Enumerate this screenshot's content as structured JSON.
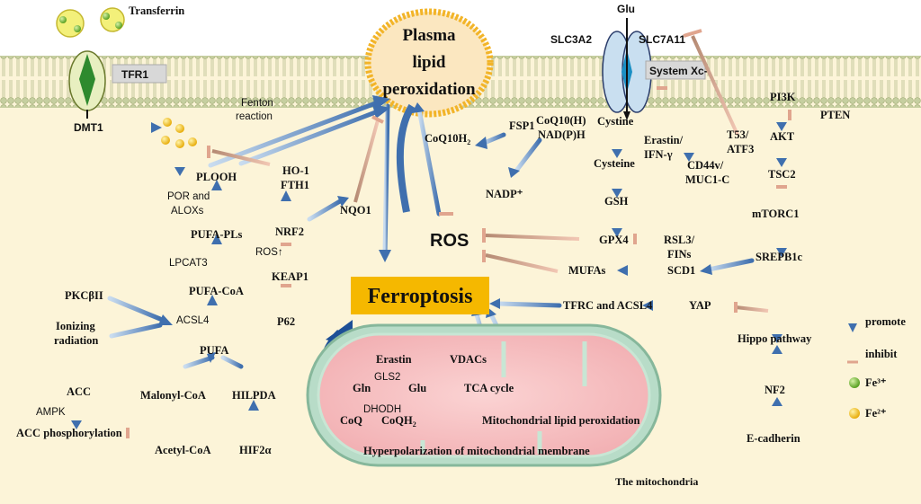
{
  "membrane": {
    "transferrin": "Transferrin",
    "tfr1": "TFR1",
    "plasma_lipid_peroxidation": [
      "Plasma",
      "lipid",
      "peroxidation"
    ],
    "glu_top": "Glu",
    "slc3a2": "SLC3A2",
    "slc7a11": "SLC7A11",
    "system_xc": "System Xc-"
  },
  "iron_pathway": {
    "dmt1": "DMT1",
    "fenton": [
      "Fenton",
      "reaction"
    ],
    "plooh": "PLOOH",
    "por_aloxs": [
      "POR and",
      "ALOXs"
    ],
    "pufa_pls": "PUFA-PLs",
    "lpcat3": "LPCAT3",
    "pufa_coa": "PUFA-CoA",
    "pkcb": "PKCβII",
    "ionizing": [
      "Ionizing",
      "radiation"
    ],
    "acsl4": "ACSL4",
    "pufa": "PUFA",
    "acc": "ACC",
    "ampk": "AMPK",
    "acc_phos": "ACC phosphorylation",
    "malonyl": "Malonyl-CoA",
    "acetyl": "Acetyl-CoA",
    "hilpda": "HILPDA",
    "hif2a": "HIF2α"
  },
  "nrf2_pathway": {
    "ho1": "HO-1",
    "fth1": "FTH1",
    "nrf2": "NRF2",
    "nqo1": "NQO1",
    "ros_up": "ROS↑",
    "keap1": "KEAP1",
    "p62": "P62"
  },
  "center": {
    "coq10h2": "CoQ10H",
    "coq10h2_sub": "2",
    "ros": "ROS",
    "ferroptosis": "Ferroptosis",
    "fsp1": "FSP1",
    "coq10h": "CoQ10(H)",
    "nadph": "NAD(P)H",
    "nadp": "NADP⁺"
  },
  "gpx4_pathway": {
    "cystine": "Cystine",
    "cysteine": "Cysteine",
    "gsh": "GSH",
    "gpx4": "GPX4",
    "rsl3": [
      "RSL3/",
      "FINs"
    ],
    "erastin_ifn": [
      "Erastin/",
      "IFN-γ"
    ],
    "cd44": [
      "CD44v/",
      "MUC1-C"
    ],
    "t53": [
      "T53/",
      "ATF3"
    ],
    "mufas": "MUFAs",
    "scd1": "SCD1"
  },
  "right_pathway": {
    "pi3k": "PI3K",
    "pten": "PTEN",
    "akt": "AKT",
    "tsc2": "TSC2",
    "mtorc1": "mTORC1",
    "srepb1c": "SREPB1c",
    "yap": "YAP",
    "tfrc": "TFRC and ACSL4",
    "hippo": "Hippo pathway",
    "nf2": "NF2",
    "ecad": "E-cadherin"
  },
  "mitochondria": {
    "erastin": "Erastin",
    "vdacs": "VDACs",
    "gls2": "GLS2",
    "gln": "Gln",
    "glu": "Glu",
    "tca": "TCA cycle",
    "dhodh": "DHODH",
    "coq": "CoQ",
    "coqh2": "CoQH",
    "coqh2_sub": "2",
    "mito_lipid": "Mitochondrial lipid peroxidation",
    "hyperpol": "Hyperpolarization of mitochondrial membrane",
    "caption": "The mitochondria"
  },
  "legend": {
    "promote": "promote",
    "inhibit": "inhibit",
    "fe3": "Fe³⁺",
    "fe2": "Fe²⁺"
  },
  "colors": {
    "promote_arrow": "#4f7fb8",
    "inhibit_line": "#d8a088",
    "ferroptosis_box": "#f5b800",
    "fe3": "#7cbf3a",
    "fe2": "#f5c02a"
  }
}
